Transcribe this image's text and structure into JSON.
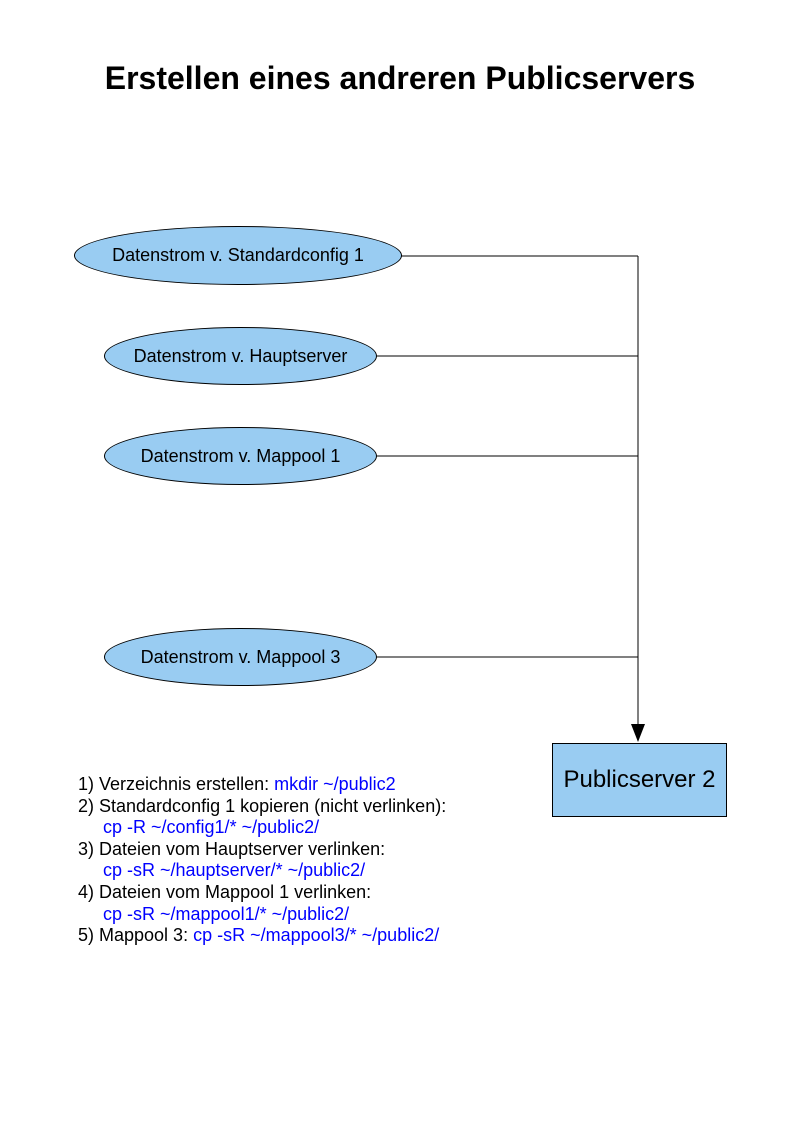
{
  "page": {
    "title": "Erstellen eines andreren Publicservers"
  },
  "colors": {
    "node_fill": "#99ccf2",
    "node_border": "#000000",
    "connector": "#000000",
    "command_text": "#0000ff",
    "body_text": "#000000",
    "background": "#ffffff"
  },
  "diagram": {
    "ellipses": [
      {
        "label": "Datenstrom v. Standardconfig 1"
      },
      {
        "label": "Datenstrom v. Hauptserver"
      },
      {
        "label": "Datenstrom v. Mappool 1"
      },
      {
        "label": "Datenstrom v. Mappool 3"
      }
    ],
    "target_box": {
      "label": "Publicserver 2"
    }
  },
  "instructions": [
    {
      "prefix": "1) Verzeichnis erstellen: ",
      "command": "mkdir ~/public2"
    },
    {
      "prefix": "2) Standardconfig 1 kopieren (nicht verlinken):",
      "command": ""
    },
    {
      "prefix": "",
      "command": "cp -R ~/config1/* ~/public2/"
    },
    {
      "prefix": "3) Dateien vom Hauptserver verlinken:",
      "command": ""
    },
    {
      "prefix": "",
      "command": "cp -sR ~/hauptserver/* ~/public2/"
    },
    {
      "prefix": "4) Dateien vom Mappool 1 verlinken:",
      "command": ""
    },
    {
      "prefix": "",
      "command": "cp -sR ~/mappool1/* ~/public2/"
    },
    {
      "prefix": "5) Mappool 3: ",
      "command": "cp -sR ~/mappool3/* ~/public2/"
    }
  ]
}
